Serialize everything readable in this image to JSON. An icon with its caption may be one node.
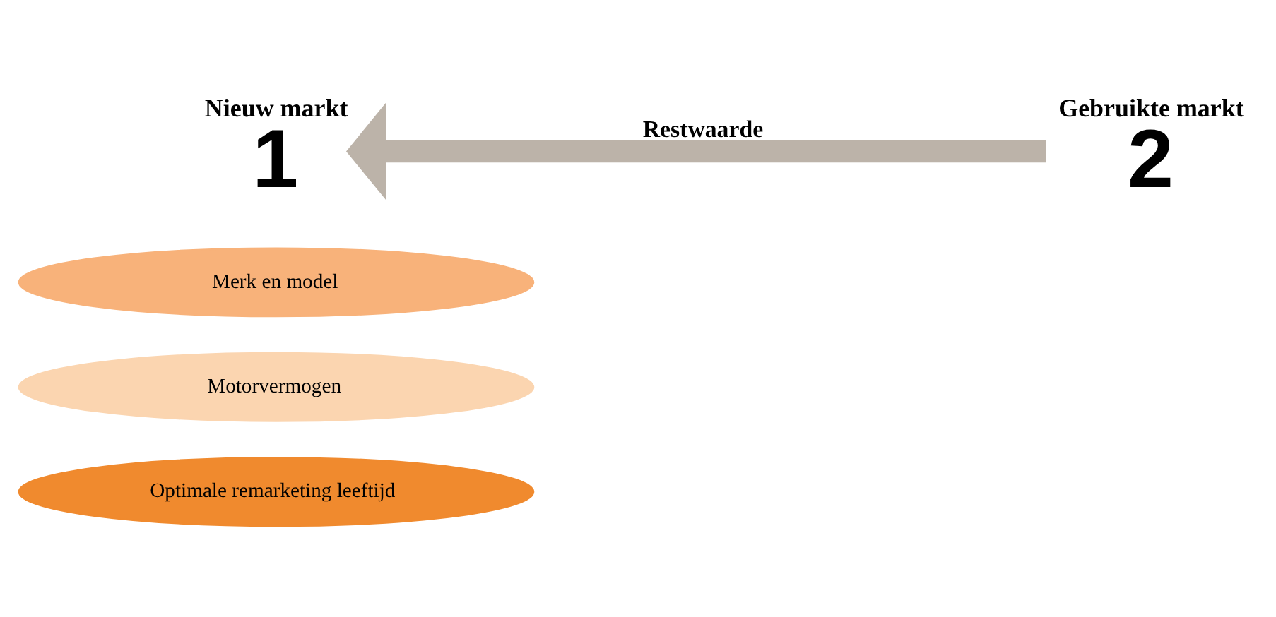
{
  "diagram": {
    "nodes": [
      {
        "text": [
          "Nieuw markt",
          "1"
        ]
      },
      {
        "text": [
          "Gebruikte markt",
          "2"
        ]
      },
      {
        "text": [
          "Merk en model"
        ]
      },
      {
        "text": [
          "Motorvermogen"
        ]
      },
      {
        "text": [
          "Optimale remarketing leeftijd"
        ]
      }
    ],
    "edges": [
      {
        "from": 1,
        "to": 0,
        "arrow": "to",
        "label": "Restwaarde"
      }
    ]
  }
}
